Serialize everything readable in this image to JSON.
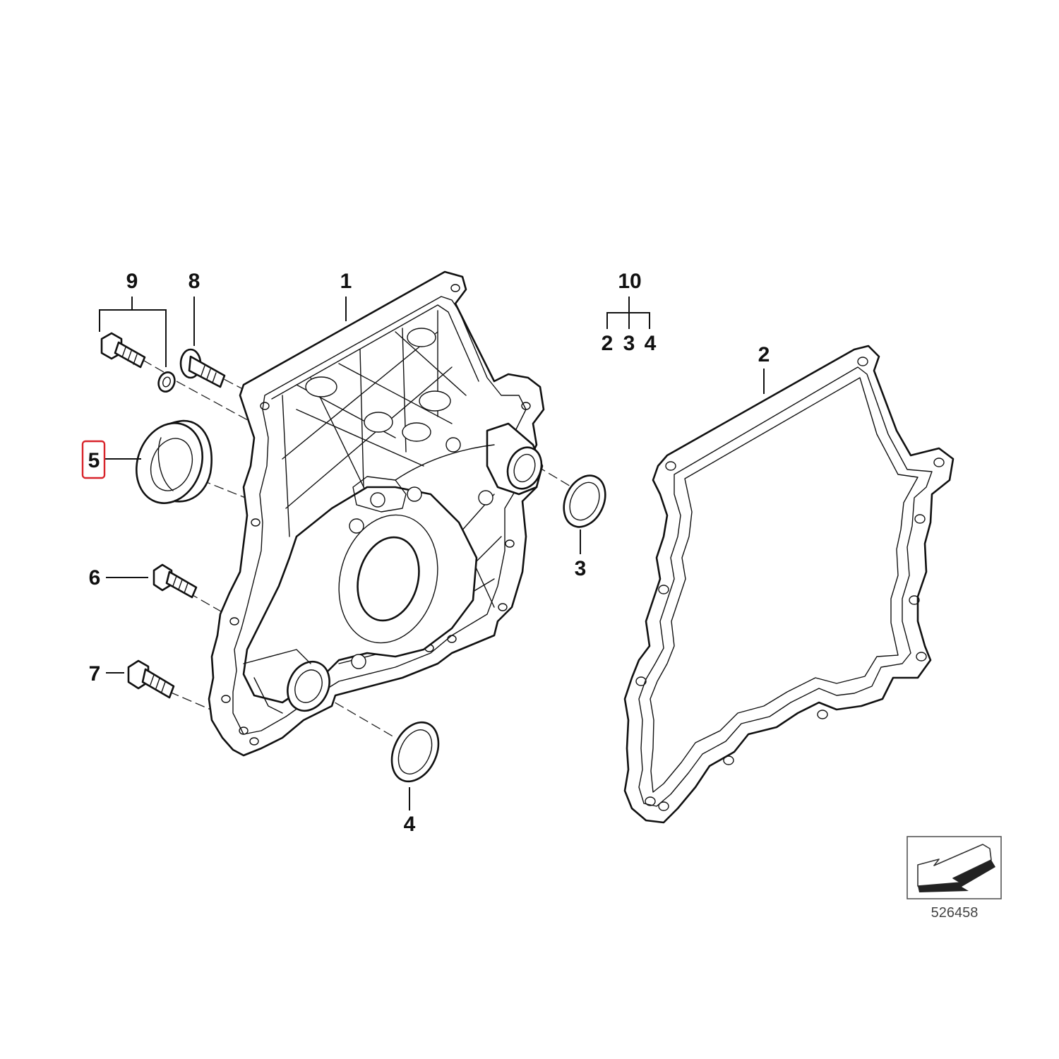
{
  "callouts": {
    "c1": "1",
    "c2": "2",
    "c3": "3",
    "c4": "4",
    "c5": "5",
    "c6": "6",
    "c7": "7",
    "c8": "8",
    "c9": "9",
    "c10": "10",
    "kit_a": "2",
    "kit_b": "3",
    "kit_c": "4"
  },
  "reference_number": "526458",
  "highlight_color": "#d8232a"
}
